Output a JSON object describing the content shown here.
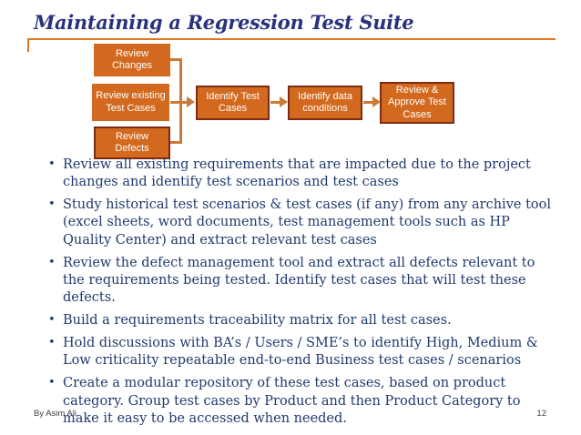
{
  "slide": {
    "title": "Maintaining a Regression Test Suite",
    "flowchart": {
      "boxes": [
        {
          "id": "review-changes",
          "label": "Review Changes"
        },
        {
          "id": "review-existing-test-cases",
          "label": "Review existing Test Cases"
        },
        {
          "id": "review-defects",
          "label": "Review Defects"
        },
        {
          "id": "identify-test-cases",
          "label": "Identify Test Cases"
        },
        {
          "id": "identify-data-conditions",
          "label": "Identify data conditions"
        },
        {
          "id": "review-approve-test-cases",
          "label": "Review & Approve Test Cases"
        }
      ]
    },
    "bullets": [
      "Review all existing requirements that are impacted due to the project changes and identify test scenarios and test cases",
      "Study historical test scenarios & test cases (if any) from any archive tool (excel sheets, word documents, test management tools such as HP Quality Center) and extract relevant test cases",
      "Review the defect management tool and extract all defects relevant to the requirements being tested. Identify test cases that will test these defects.",
      "Build a requirements traceability matrix for all test cases.",
      "Hold discussions with BA’s / Users / SME’s to identify High, Medium & Low criticality repeatable end-to-end Business test cases / scenarios",
      "Create a modular repository of these test cases, based on product category. Group test cases by Product and then Product Category to make it easy to be accessed when needed."
    ],
    "footer": {
      "author": "By Asim Ali",
      "page_number": "12"
    },
    "colors": {
      "title_text": "#29327e",
      "body_text": "#1f3a6e",
      "box_fill": "#d2691e",
      "box_border": "#7e2b15",
      "connector": "#cb7a38",
      "title_rule": "#e0771f"
    }
  }
}
